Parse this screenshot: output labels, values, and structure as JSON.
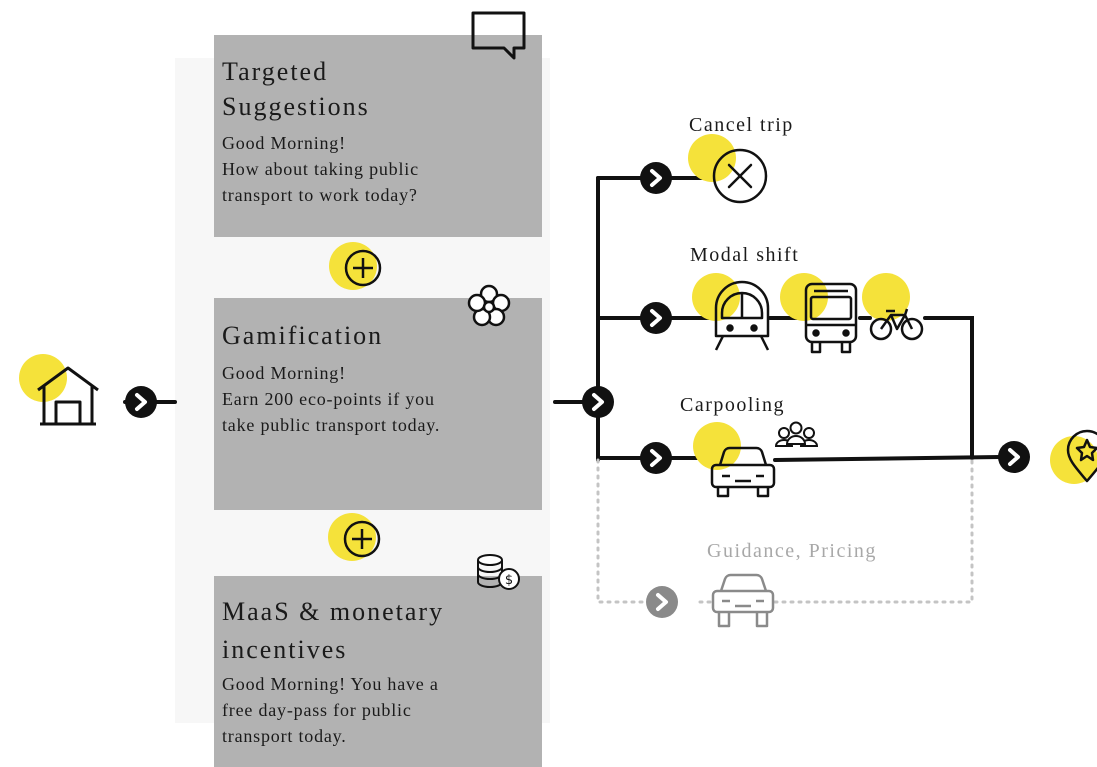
{
  "colors": {
    "card_bg": "#b2b2b2",
    "accent_yellow": "#f5e23a",
    "line": "#111111",
    "inactive": "#8a8a8a",
    "dotted": "#c4c4c4"
  },
  "interventions": [
    {
      "title_line1": "Targeted",
      "title_line2": "Suggestions",
      "body_line1": "Good Morning!",
      "body_line2": "How about taking public",
      "body_line3": "transport to work today?",
      "icon": "speech-bubble-icon"
    },
    {
      "title_line1": "Gamification",
      "body_line1": "Good Morning!",
      "body_line2": "Earn 200 eco-points if you",
      "body_line3": "take public transport today.",
      "icon": "flower-icon"
    },
    {
      "title_line1": "MaaS & monetary",
      "title_line2": "incentives",
      "body_line1": "Good Morning! You have a",
      "body_line2": "free day-pass for public",
      "body_line3": "transport today.",
      "icon": "coins-icon"
    }
  ],
  "combine_icon": "plus-circle-icon",
  "origin_icon": "home-icon",
  "destination_icon": "location-star-icon",
  "options": [
    {
      "label": "Cancel trip",
      "icons": [
        "cancel-icon"
      ]
    },
    {
      "label": "Modal shift",
      "icons": [
        "train-icon",
        "bus-icon",
        "bicycle-icon"
      ]
    },
    {
      "label": "Carpooling",
      "icons": [
        "car-icon",
        "people-group-icon"
      ]
    },
    {
      "label": "Guidance, Pricing",
      "icons": [
        "car-icon"
      ],
      "inactive": true
    }
  ]
}
